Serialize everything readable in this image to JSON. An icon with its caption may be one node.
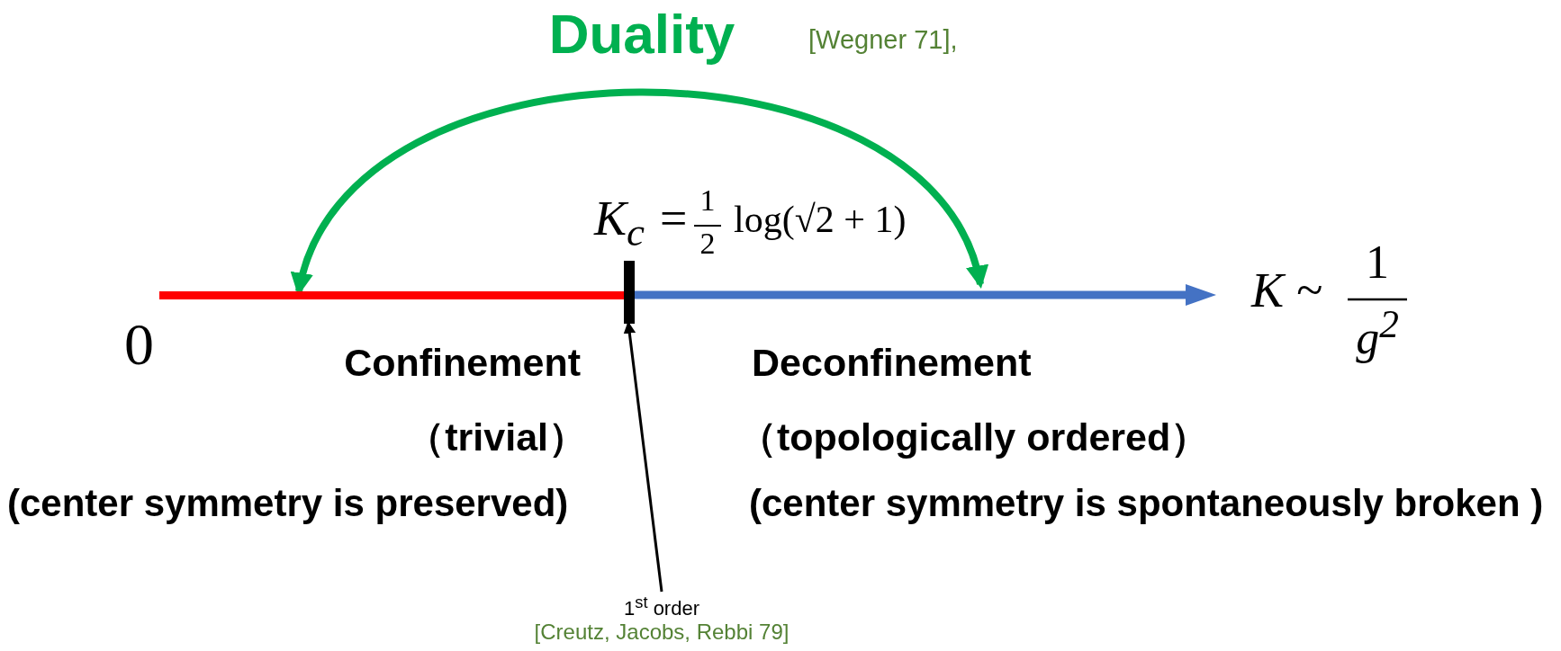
{
  "diagram": {
    "title": "Duality",
    "nodes": [
      {
        "text": [],
        "shape": "bar"
      },
      {
        "text": [],
        "shape": "bar"
      },
      {
        "text": [],
        "shape": "bar"
      },
      {
        "text": [
          "1$^{st}$ order",
          "[Creutz, Jacobs, Rebbi 79]"
        ]
      }
    ],
    "edges": [
      {
        "from": 0,
        "to": 2,
        "arrow": "both",
        "style": "thick",
        "color": "#00b050"
      },
      {
        "from": 3,
        "to": 1,
        "arrow": "to",
        "color": "#000000"
      }
    ],
    "labels": [
      "[Wegner 71],",
      "K$_{c}$ =",
      "1",
      "2",
      "log(√2 + 1)",
      "0",
      "Confinement",
      "（trivial）",
      "(center symmetry is preserved)",
      "Deconfinement",
      "（topologically ordered）",
      "(center symmetry is spontaneously broken )",
      "K ~",
      "1",
      "g$^{2}$"
    ]
  }
}
